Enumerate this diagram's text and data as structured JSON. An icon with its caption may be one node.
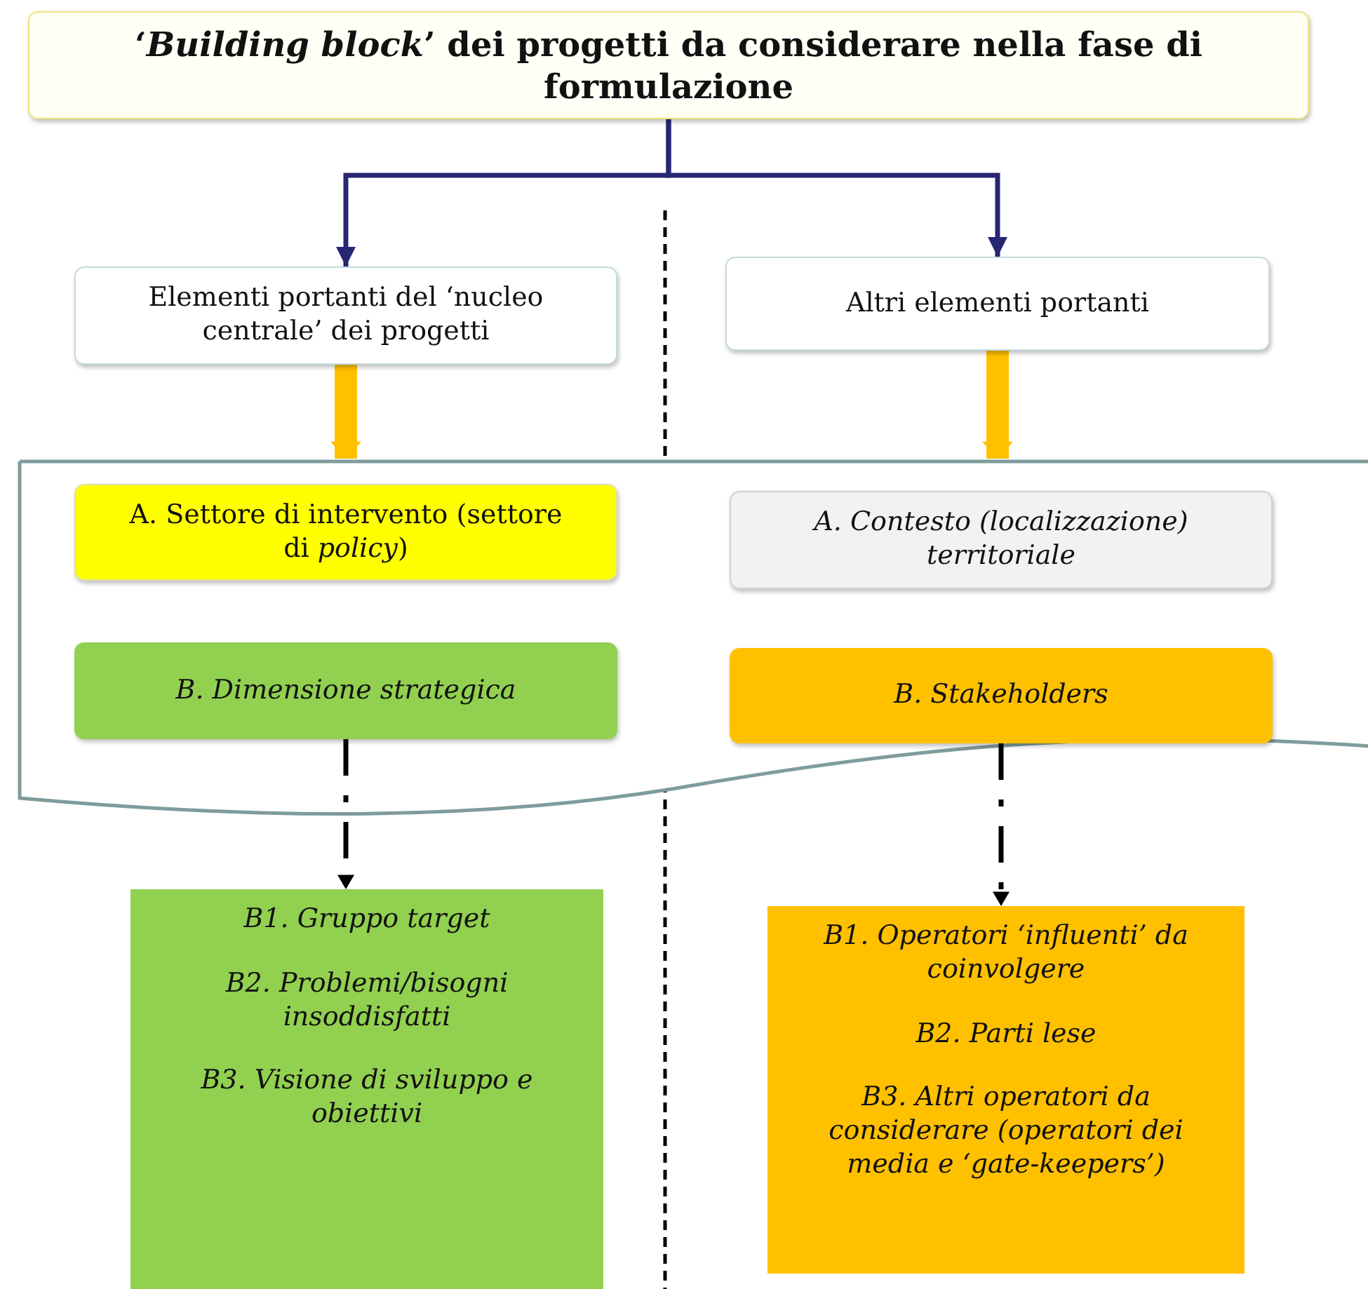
{
  "diagram": {
    "nodes": [
      {
        "text": [
          "‘*Building block*’ dei progetti da considerare nella fase di formulazione"
        ]
      },
      {
        "text": [
          "Elementi portanti del ‘nucleo centrale’ dei progetti"
        ]
      },
      {
        "text": [
          "Altri elementi portanti"
        ]
      },
      {
        "text": [],
        "shape": "band"
      },
      {
        "text": [
          "A. Settore di intervento (settore di *policy*)"
        ],
        "in": 3
      },
      {
        "text": [
          "A. Contesto (localizzazione) territoriale"
        ],
        "in": 3
      },
      {
        "text": [
          "B. Dimensione strategica"
        ],
        "in": 3
      },
      {
        "text": [
          "B. Stakeholders"
        ],
        "in": 3
      },
      {
        "text": [
          "B1. Gruppo target",
          "B2. Problemi/bisogni insoddisfatti",
          "B3. Visione di sviluppo e obiettivi"
        ]
      },
      {
        "text": [
          "B1. Operatori ‘influenti’ da coinvolgere",
          "B2. Parti lese",
          "B3. Altri operatori da considerare (operatori dei media e ‘gate-keepers’)"
        ]
      }
    ],
    "edges": [
      {
        "from": 0,
        "to": 1,
        "arrow": "to",
        "color": "#262673"
      },
      {
        "from": 0,
        "to": 2,
        "arrow": "to",
        "color": "#262673"
      },
      {
        "from": 1,
        "to": 3,
        "arrow": "to",
        "style": "thick",
        "color": "#ffc000"
      },
      {
        "from": 2,
        "to": 3,
        "arrow": "to",
        "style": "thick",
        "color": "#ffc000"
      },
      {
        "from": 6,
        "to": 8,
        "arrow": "to",
        "style": "dashed",
        "color": "#000000"
      },
      {
        "from": 7,
        "to": 9,
        "arrow": "to",
        "style": "dashed",
        "color": "#000000"
      }
    ]
  }
}
